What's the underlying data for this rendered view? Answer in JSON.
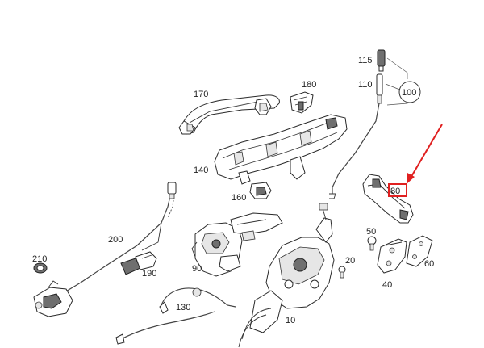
{
  "colors": {
    "highlight": "#e02020",
    "line": "#2a2a2a",
    "background": "#ffffff"
  },
  "parts": {
    "p10": "10",
    "p20": "20",
    "p40": "40",
    "p50": "50",
    "p60": "60",
    "p80": "80",
    "p90": "90",
    "p100": "100",
    "p110": "110",
    "p115": "115",
    "p130": "130",
    "p140": "140",
    "p160": "160",
    "p170": "170",
    "p180": "180",
    "p190": "190",
    "p200": "200",
    "p210": "210"
  },
  "highlighted_part": "80"
}
